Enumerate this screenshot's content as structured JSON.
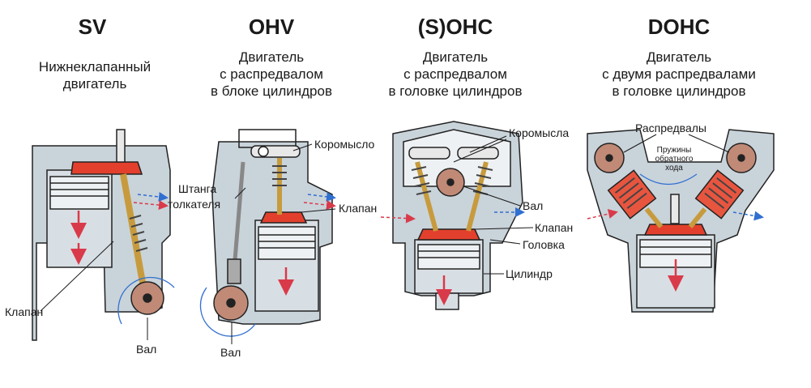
{
  "panels": [
    {
      "title": "SV",
      "subtitle": [
        "Нижнеклапанный",
        "двигатель"
      ],
      "labels": [
        "Клапан",
        "Вал"
      ]
    },
    {
      "title": "OHV",
      "subtitle": [
        "Двигатель",
        "с распредвалом",
        "в блоке цилиндров"
      ],
      "labels": [
        "Коромысло",
        "Штанга",
        "толкателя",
        "Клапан",
        "Вал"
      ]
    },
    {
      "title": "(S)OHC",
      "subtitle": [
        "Двигатель",
        "с распредвалом",
        "в головке цилиндров"
      ],
      "labels": [
        "Коромысла",
        "Вал",
        "Клапан",
        "Головка",
        "Цилиндр"
      ]
    },
    {
      "title": "DOHC",
      "subtitle": [
        "Двигатель",
        "с двумя распредвалами",
        "в головке цилиндров"
      ],
      "labels": [
        "Распредвалы",
        "Пружины",
        "обратного",
        "хода"
      ]
    }
  ],
  "colors": {
    "engine_body": "#c9d3da",
    "engine_outline": "#222222",
    "combustion": "#e2402d",
    "valve_stem": "#c79b3d",
    "cam": "#c08a76",
    "arrow_in": "#d93a4a",
    "arrow_out": "#2f6fd0"
  }
}
